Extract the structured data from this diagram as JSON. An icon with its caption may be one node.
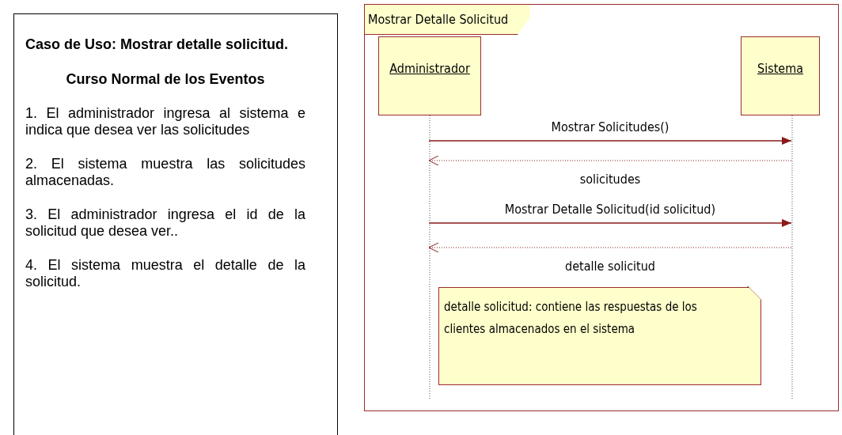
{
  "diagram": {
    "nodes": [
      {
        "text": [
          "Caso de Uso: Mostrar detalle solicitud.",
          "Curso Normal de los Eventos",
          "1. El administrador ingresa al sistema e indica que desea ver las solicitudes",
          "2. El sistema muestra las solicitudes almacenadas.",
          "3. El administrador ingresa el id de la solicitud que desea ver..",
          "4. El sistema muestra el detalle de la solicitud."
        ]
      },
      {
        "text": [
          "Mostrar Detalle Solicitud"
        ]
      },
      {
        "text": [
          "Administrador"
        ],
        "in": 1
      },
      {
        "text": [
          "Sistema"
        ],
        "in": 1
      },
      {
        "text": [
          "detalle solicitud: contiene las respuestas de los clientes almacenados en el sistema"
        ],
        "in": 1
      }
    ],
    "edges": [
      {
        "from": 2,
        "to": 3,
        "arrow": "to",
        "label": "Mostrar Solicitudes()"
      },
      {
        "from": 3,
        "to": 2,
        "arrow": "to",
        "label": "solicitudes",
        "style": "dashed"
      },
      {
        "from": 2,
        "to": 3,
        "arrow": "to",
        "label": "Mostrar Detalle Solicitud(id solicitud)"
      },
      {
        "from": 3,
        "to": 2,
        "arrow": "to",
        "label": "detalle solicitud",
        "style": "dashed"
      }
    ]
  }
}
